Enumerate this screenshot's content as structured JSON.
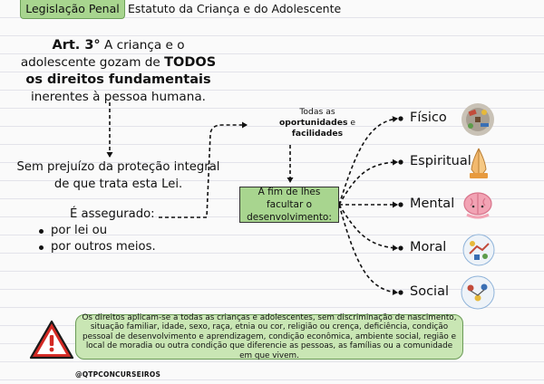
{
  "header": {
    "tag": "Legislação Penal",
    "subtitle": "Estatuto da Criança e do Adolescente"
  },
  "article": {
    "number": "Art. 3°",
    "text_1": " A criança e o adolescente gozam de ",
    "emphasis_1": "TODOS",
    "emphasis_2": "os direitos fundamentais",
    "text_2": " inerentes à pessoa humana."
  },
  "prejuizo": "Sem prejuízo da proteção integral de que trata esta Lei.",
  "assegurado": {
    "label": "É assegurado:",
    "items": [
      "por lei ou",
      "por outros meios."
    ]
  },
  "oportunidades": {
    "prefix": "Todas as",
    "word_1": "oportunidades",
    "conj": " e",
    "word_2": "facilidades"
  },
  "result": "A fim de lhes facultar o desenvolvimento:",
  "branches": [
    {
      "label": "Físico",
      "icon": "physical-development-icon"
    },
    {
      "label": "Espiritual",
      "icon": "praying-hands-icon"
    },
    {
      "label": "Mental",
      "icon": "brain-icon"
    },
    {
      "label": "Moral",
      "icon": "moral-values-icon"
    },
    {
      "label": "Social",
      "icon": "social-people-icon"
    }
  ],
  "warning": {
    "icon": "warning-triangle-icon",
    "text": "Os direitos aplicam-se a todas as crianças e adolescentes, sem discriminação de nascimento, situação familiar, idade, sexo, raça, etnia ou cor, religião ou crença, deficiência, condição pessoal de desenvolvimento e aprendizagem, condição econômica, ambiente social, região e local de moradia ou outra condição que diferencie as pessoas, as famílias ou a comunidade em que vivem."
  },
  "handle": "@QTPCONCURSEIROS",
  "colors": {
    "accent_green": "#a8d58f",
    "warning_green": "#c9e6b4",
    "warning_red": "#d42a25"
  }
}
